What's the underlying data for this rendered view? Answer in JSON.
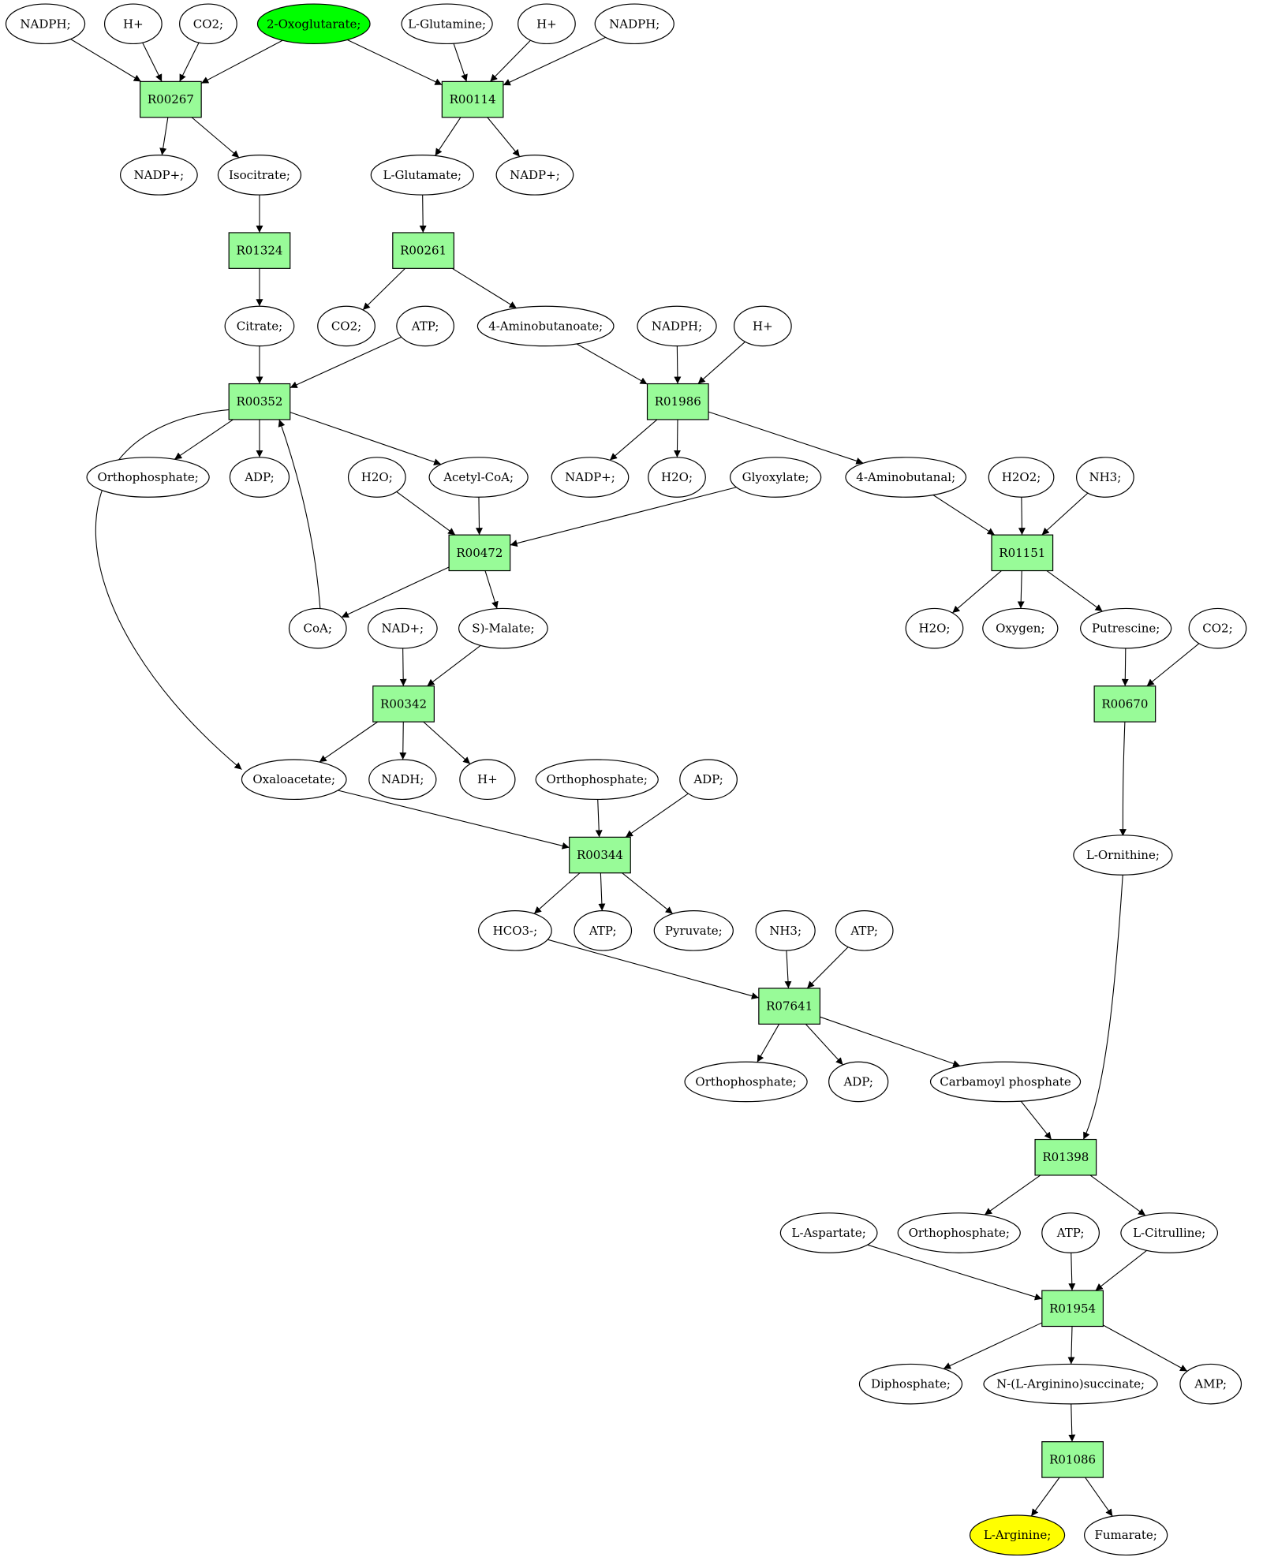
{
  "colors": {
    "reaction_fill": "#98fb98",
    "metabolite_fill": "#ffffff",
    "start_fill": "#00ff00",
    "target_fill": "#ffff00",
    "edge": "#000000"
  },
  "nodes": [
    {
      "id": "m1",
      "label": "NADPH;",
      "type": "metabolite"
    },
    {
      "id": "m2",
      "label": "H+",
      "type": "metabolite"
    },
    {
      "id": "m3",
      "label": "CO2;",
      "type": "metabolite"
    },
    {
      "id": "m4",
      "label": "2-Oxoglutarate;",
      "type": "metabolite",
      "highlight": "start"
    },
    {
      "id": "m5",
      "label": "L-Glutamine;",
      "type": "metabolite"
    },
    {
      "id": "m6",
      "label": "H+",
      "type": "metabolite"
    },
    {
      "id": "m7",
      "label": "NADPH;",
      "type": "metabolite"
    },
    {
      "id": "r1",
      "label": "R00267",
      "type": "reaction"
    },
    {
      "id": "r2",
      "label": "R00114",
      "type": "reaction"
    },
    {
      "id": "m8",
      "label": "NADP+;",
      "type": "metabolite"
    },
    {
      "id": "m9",
      "label": "Isocitrate;",
      "type": "metabolite"
    },
    {
      "id": "m10",
      "label": "L-Glutamate;",
      "type": "metabolite"
    },
    {
      "id": "m11",
      "label": "NADP+;",
      "type": "metabolite"
    },
    {
      "id": "r3",
      "label": "R01324",
      "type": "reaction"
    },
    {
      "id": "r4",
      "label": "R00261",
      "type": "reaction"
    },
    {
      "id": "m12",
      "label": "Citrate;",
      "type": "metabolite"
    },
    {
      "id": "m13",
      "label": "CO2;",
      "type": "metabolite"
    },
    {
      "id": "m14",
      "label": "ATP;",
      "type": "metabolite"
    },
    {
      "id": "m15",
      "label": "4-Aminobutanoate;",
      "type": "metabolite"
    },
    {
      "id": "m16",
      "label": "NADPH;",
      "type": "metabolite"
    },
    {
      "id": "m17",
      "label": "H+",
      "type": "metabolite"
    },
    {
      "id": "r5",
      "label": "R00352",
      "type": "reaction"
    },
    {
      "id": "r6",
      "label": "R01986",
      "type": "reaction"
    },
    {
      "id": "m18",
      "label": "Orthophosphate;",
      "type": "metabolite"
    },
    {
      "id": "m19",
      "label": "ADP;",
      "type": "metabolite"
    },
    {
      "id": "m20",
      "label": "H2O;",
      "type": "metabolite"
    },
    {
      "id": "m21",
      "label": "Acetyl-CoA;",
      "type": "metabolite"
    },
    {
      "id": "m22",
      "label": "NADP+;",
      "type": "metabolite"
    },
    {
      "id": "m23",
      "label": "H2O;",
      "type": "metabolite"
    },
    {
      "id": "m24",
      "label": "Glyoxylate;",
      "type": "metabolite"
    },
    {
      "id": "m25",
      "label": "4-Aminobutanal;",
      "type": "metabolite"
    },
    {
      "id": "m26",
      "label": "H2O2;",
      "type": "metabolite"
    },
    {
      "id": "m27",
      "label": "NH3;",
      "type": "metabolite"
    },
    {
      "id": "r7",
      "label": "R00472",
      "type": "reaction"
    },
    {
      "id": "r8",
      "label": "R01151",
      "type": "reaction"
    },
    {
      "id": "m28",
      "label": "CoA;",
      "type": "metabolite"
    },
    {
      "id": "m29",
      "label": "NAD+;",
      "type": "metabolite"
    },
    {
      "id": "m30",
      "label": "S)-Malate;",
      "type": "metabolite"
    },
    {
      "id": "m31",
      "label": "H2O;",
      "type": "metabolite"
    },
    {
      "id": "m32",
      "label": "Oxygen;",
      "type": "metabolite"
    },
    {
      "id": "m33",
      "label": "Putrescine;",
      "type": "metabolite"
    },
    {
      "id": "m34",
      "label": "CO2;",
      "type": "metabolite"
    },
    {
      "id": "r9",
      "label": "R00342",
      "type": "reaction"
    },
    {
      "id": "r10",
      "label": "R00670",
      "type": "reaction"
    },
    {
      "id": "m35",
      "label": "Oxaloacetate;",
      "type": "metabolite"
    },
    {
      "id": "m36",
      "label": "NADH;",
      "type": "metabolite"
    },
    {
      "id": "m37",
      "label": "H+",
      "type": "metabolite"
    },
    {
      "id": "m38",
      "label": "Orthophosphate;",
      "type": "metabolite"
    },
    {
      "id": "m39",
      "label": "ADP;",
      "type": "metabolite"
    },
    {
      "id": "r11",
      "label": "R00344",
      "type": "reaction"
    },
    {
      "id": "m40",
      "label": "L-Ornithine;",
      "type": "metabolite"
    },
    {
      "id": "m41",
      "label": "HCO3-;",
      "type": "metabolite"
    },
    {
      "id": "m42",
      "label": "ATP;",
      "type": "metabolite"
    },
    {
      "id": "m43",
      "label": "Pyruvate;",
      "type": "metabolite"
    },
    {
      "id": "m44",
      "label": "NH3;",
      "type": "metabolite"
    },
    {
      "id": "m45",
      "label": "ATP;",
      "type": "metabolite"
    },
    {
      "id": "r12",
      "label": "R07641",
      "type": "reaction"
    },
    {
      "id": "m46",
      "label": "Orthophosphate;",
      "type": "metabolite"
    },
    {
      "id": "m47",
      "label": "ADP;",
      "type": "metabolite"
    },
    {
      "id": "m48",
      "label": "Carbamoyl phosphate",
      "type": "metabolite"
    },
    {
      "id": "r13",
      "label": "R01398",
      "type": "reaction"
    },
    {
      "id": "m49",
      "label": "L-Aspartate;",
      "type": "metabolite"
    },
    {
      "id": "m50",
      "label": "Orthophosphate;",
      "type": "metabolite"
    },
    {
      "id": "m51",
      "label": "ATP;",
      "type": "metabolite"
    },
    {
      "id": "m52",
      "label": "L-Citrulline;",
      "type": "metabolite"
    },
    {
      "id": "r14",
      "label": "R01954",
      "type": "reaction"
    },
    {
      "id": "m53",
      "label": "Diphosphate;",
      "type": "metabolite"
    },
    {
      "id": "m54",
      "label": "N-(L-Arginino)succinate;",
      "type": "metabolite"
    },
    {
      "id": "m55",
      "label": "AMP;",
      "type": "metabolite"
    },
    {
      "id": "r15",
      "label": "R01086",
      "type": "reaction"
    },
    {
      "id": "m56",
      "label": "L-Arginine;",
      "type": "metabolite",
      "highlight": "target"
    },
    {
      "id": "m57",
      "label": "Fumarate;",
      "type": "metabolite"
    }
  ],
  "edges": [
    [
      "m1",
      "r1"
    ],
    [
      "m2",
      "r1"
    ],
    [
      "m3",
      "r1"
    ],
    [
      "m4",
      "r1"
    ],
    [
      "m4",
      "r2"
    ],
    [
      "m5",
      "r2"
    ],
    [
      "m6",
      "r2"
    ],
    [
      "m7",
      "r2"
    ],
    [
      "r1",
      "m8"
    ],
    [
      "r1",
      "m9"
    ],
    [
      "r2",
      "m10"
    ],
    [
      "r2",
      "m11"
    ],
    [
      "m9",
      "r3"
    ],
    [
      "m10",
      "r4"
    ],
    [
      "r3",
      "m12"
    ],
    [
      "r4",
      "m13"
    ],
    [
      "r4",
      "m15"
    ],
    [
      "m12",
      "r5"
    ],
    [
      "m14",
      "r5"
    ],
    [
      "m28",
      "r5"
    ],
    [
      "m15",
      "r6"
    ],
    [
      "m16",
      "r6"
    ],
    [
      "m17",
      "r6"
    ],
    [
      "r5",
      "m18"
    ],
    [
      "r5",
      "m19"
    ],
    [
      "r5",
      "m21"
    ],
    [
      "r5",
      "m35"
    ],
    [
      "r6",
      "m22"
    ],
    [
      "r6",
      "m23"
    ],
    [
      "r6",
      "m25"
    ],
    [
      "m20",
      "r7"
    ],
    [
      "m21",
      "r7"
    ],
    [
      "m24",
      "r7"
    ],
    [
      "m25",
      "r8"
    ],
    [
      "m26",
      "r8"
    ],
    [
      "m27",
      "r8"
    ],
    [
      "r7",
      "m28"
    ],
    [
      "r7",
      "m30"
    ],
    [
      "r8",
      "m31"
    ],
    [
      "r8",
      "m32"
    ],
    [
      "r8",
      "m33"
    ],
    [
      "m29",
      "r9"
    ],
    [
      "m30",
      "r9"
    ],
    [
      "m33",
      "r10"
    ],
    [
      "m34",
      "r10"
    ],
    [
      "r9",
      "m35"
    ],
    [
      "r9",
      "m36"
    ],
    [
      "r9",
      "m37"
    ],
    [
      "m35",
      "r11"
    ],
    [
      "m38",
      "r11"
    ],
    [
      "m39",
      "r11"
    ],
    [
      "r10",
      "m40"
    ],
    [
      "r11",
      "m41"
    ],
    [
      "r11",
      "m42"
    ],
    [
      "r11",
      "m43"
    ],
    [
      "m41",
      "r12"
    ],
    [
      "m44",
      "r12"
    ],
    [
      "m45",
      "r12"
    ],
    [
      "r12",
      "m46"
    ],
    [
      "r12",
      "m47"
    ],
    [
      "r12",
      "m48"
    ],
    [
      "m48",
      "r13"
    ],
    [
      "m40",
      "r13"
    ],
    [
      "r13",
      "m50"
    ],
    [
      "r13",
      "m52"
    ],
    [
      "m49",
      "r14"
    ],
    [
      "m51",
      "r14"
    ],
    [
      "m52",
      "r14"
    ],
    [
      "r14",
      "m53"
    ],
    [
      "r14",
      "m54"
    ],
    [
      "r14",
      "m55"
    ],
    [
      "m54",
      "r15"
    ],
    [
      "r15",
      "m56"
    ],
    [
      "r15",
      "m57"
    ]
  ]
}
